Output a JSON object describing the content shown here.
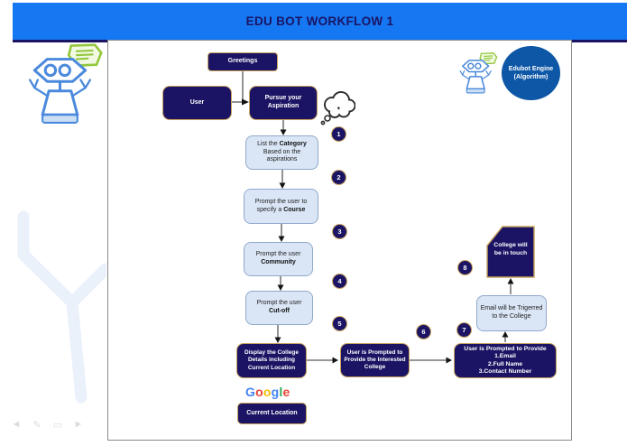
{
  "header": {
    "title": "EDU BOT WORKFLOW 1"
  },
  "canvas": {
    "nodes": {
      "greetings": {
        "label": "Greetings"
      },
      "user": {
        "label": "User"
      },
      "pursue": {
        "label": "Pursue your Aspiration"
      },
      "list_category": {
        "pre": "List the ",
        "bold": "Category",
        "post": " Based on the aspirations"
      },
      "course": {
        "pre": "Prompt the user to specify a ",
        "bold": "Course",
        "post": ""
      },
      "community": {
        "line1": "Prompt the user",
        "bold": "Community"
      },
      "cutoff": {
        "line1": "Prompt the user",
        "bold": "Cut-off"
      },
      "display_college": {
        "label": "Display the College Details including Current Location"
      },
      "interested_college": {
        "label": "User is Prompted to Provide the Interested College"
      },
      "provide_details": {
        "lines": [
          "User is Prompted to Provide",
          "1.Email",
          "2.Full Name",
          "3.Contact Number"
        ]
      },
      "email_trigger": {
        "label": "Email will be Trigerred to the College"
      },
      "college_touch": {
        "line1": "College will",
        "line2": "be in touch"
      },
      "current_location": {
        "label": "Current Location"
      }
    },
    "steps": [
      "1",
      "2",
      "3",
      "4",
      "5",
      "6",
      "7",
      "8"
    ],
    "edubot_engine": {
      "line1": "Edubot Engine",
      "line2": "(Algorithm)"
    },
    "google": {
      "letters": [
        "G",
        "o",
        "o",
        "g",
        "l",
        "e"
      ],
      "letter_colors": [
        "#4285F4",
        "#EA4335",
        "#FBBC05",
        "#4285F4",
        "#34A853",
        "#EA4335"
      ]
    }
  },
  "icons": {
    "robot": "robot-with-speech-bubble",
    "cloud": "thought-cloud",
    "footer": [
      {
        "name": "back-arrow",
        "glyph": "◄"
      },
      {
        "name": "pen",
        "glyph": "✎"
      },
      {
        "name": "slides",
        "glyph": "▭"
      },
      {
        "name": "forward-arrow",
        "glyph": "►"
      }
    ]
  },
  "colors": {
    "header_bg": "#1677F2",
    "header_text": "#1A1464",
    "navy_node": "#1B1464",
    "node_border": "#C8A35E",
    "light_node_bg": "#DAE6F6",
    "light_node_border": "#8FA8CB",
    "engine_circle": "#0D57A6",
    "robot_blue": "#4A89DC",
    "bubble_green": "#93C83D"
  }
}
